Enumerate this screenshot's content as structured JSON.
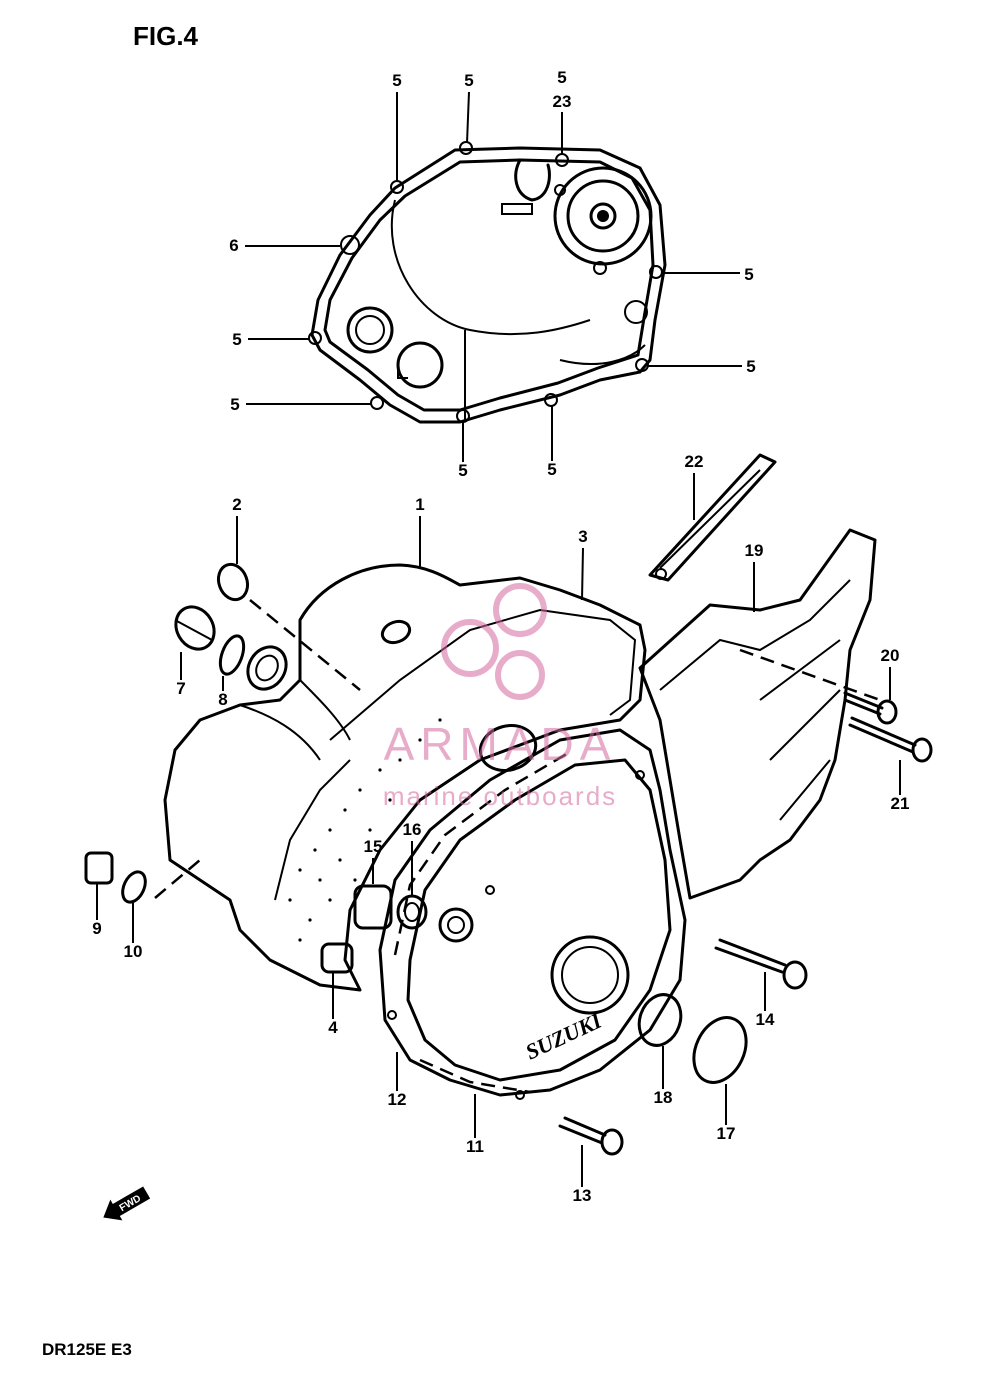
{
  "figure": {
    "title": "FIG.4",
    "model": "DR125E  E3"
  },
  "watermark": {
    "brand": "ARMADA",
    "tagline": "marine outboards",
    "color": "#d46aa0"
  },
  "cover_brand": "SUZUKI",
  "direction_marker": "FWD",
  "callouts": [
    {
      "id": "c5a",
      "number": "5"
    },
    {
      "id": "c5b",
      "number": "5"
    },
    {
      "id": "c5c",
      "number": "5"
    },
    {
      "id": "c23",
      "number": "23"
    },
    {
      "id": "c6",
      "number": "6"
    },
    {
      "id": "c5d",
      "number": "5"
    },
    {
      "id": "c5e",
      "number": "5"
    },
    {
      "id": "c5f",
      "number": "5"
    },
    {
      "id": "c5g",
      "number": "5"
    },
    {
      "id": "c5h",
      "number": "5"
    },
    {
      "id": "c5i",
      "number": "5"
    },
    {
      "id": "c22",
      "number": "22"
    },
    {
      "id": "c2",
      "number": "2"
    },
    {
      "id": "c1",
      "number": "1"
    },
    {
      "id": "c3",
      "number": "3"
    },
    {
      "id": "c19",
      "number": "19"
    },
    {
      "id": "c7",
      "number": "7"
    },
    {
      "id": "c8",
      "number": "8"
    },
    {
      "id": "c20",
      "number": "20"
    },
    {
      "id": "c21",
      "number": "21"
    },
    {
      "id": "c15",
      "number": "15"
    },
    {
      "id": "c16",
      "number": "16"
    },
    {
      "id": "c9",
      "number": "9"
    },
    {
      "id": "c10",
      "number": "10"
    },
    {
      "id": "c4",
      "number": "4"
    },
    {
      "id": "c14",
      "number": "14"
    },
    {
      "id": "c12",
      "number": "12"
    },
    {
      "id": "c11",
      "number": "11"
    },
    {
      "id": "c18",
      "number": "18"
    },
    {
      "id": "c17",
      "number": "17"
    },
    {
      "id": "c13",
      "number": "13"
    }
  ]
}
